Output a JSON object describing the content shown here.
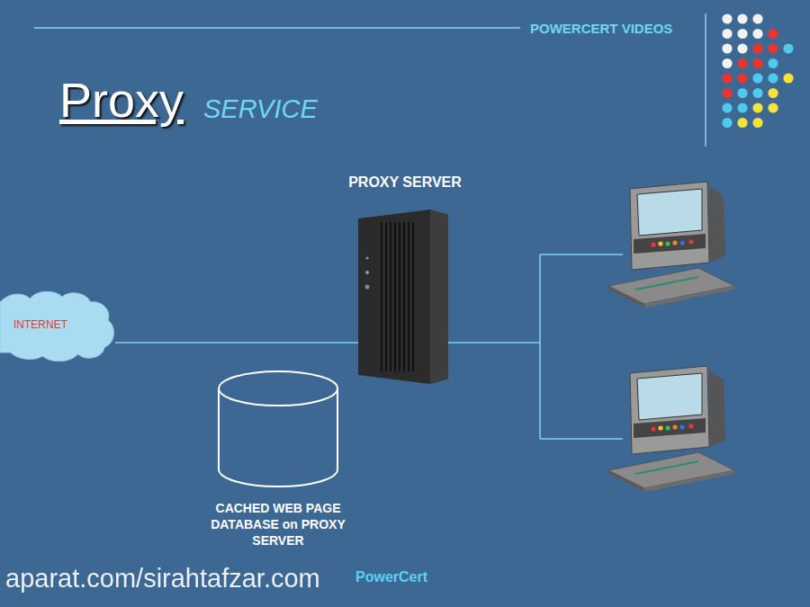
{
  "diagram": {
    "title": "Proxy",
    "nodes": [
      {
        "text": [
          "INTERNET"
        ]
      },
      {
        "text": [
          "PROXY SERVER"
        ]
      },
      {
        "text": [
          "CACHED WEB PAGE DATABASE on PROXY SERVER"
        ]
      }
    ],
    "edges": [
      {
        "from": 0,
        "to": 1,
        "arrow": "none"
      }
    ],
    "labels": [
      "SERVICE",
      "POWERCERT VIDEOS",
      "aparat.com/sirahtafzar.com",
      "PowerCert"
    ]
  }
}
